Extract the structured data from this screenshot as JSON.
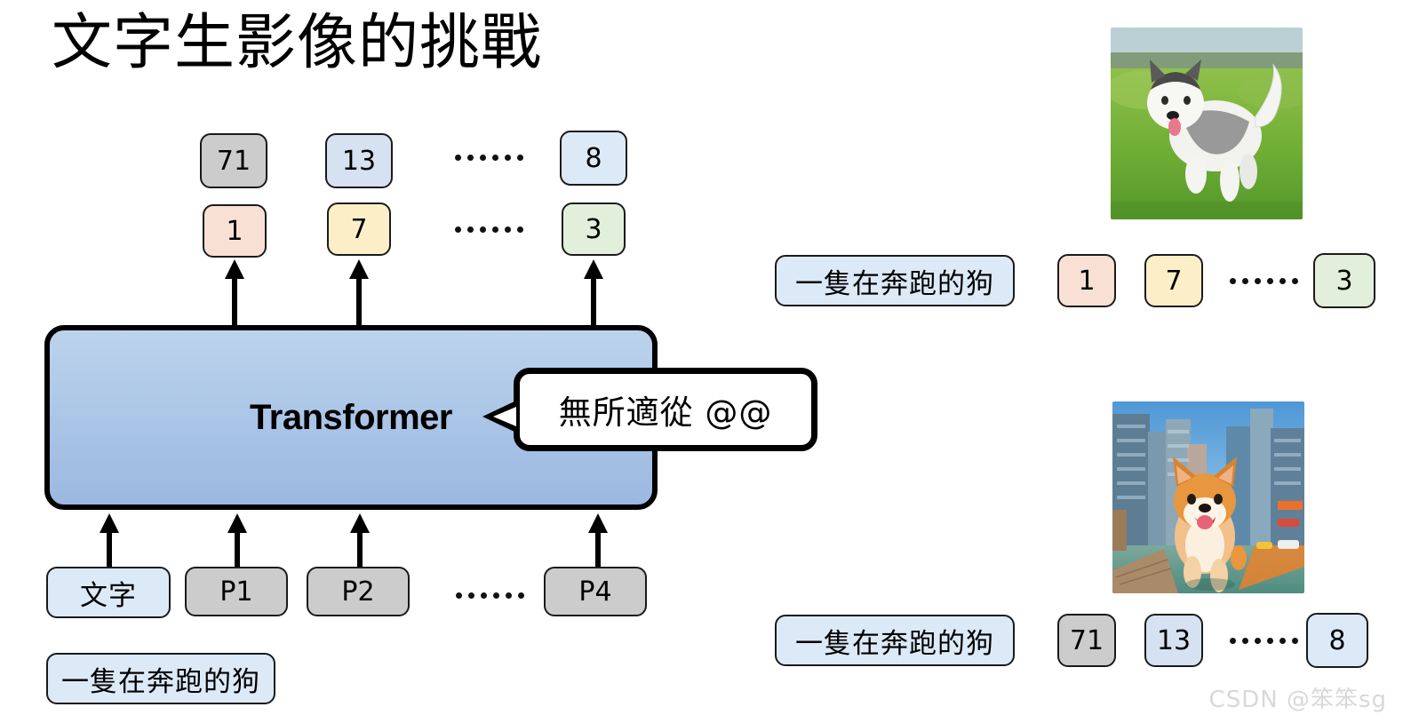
{
  "slide": {
    "title": "文字生影像的挑戰",
    "watermark": "CSDN @笨笨sg",
    "ellipsis_glyph": "……"
  },
  "model": {
    "label": "Transformer",
    "bubble_text": "無所適從 @@"
  },
  "left_diagram": {
    "output_row_top": {
      "name": "output-token-row-upper",
      "tokens": [
        {
          "value": "71",
          "color": "#cccccc"
        },
        {
          "value": "13",
          "color": "#d6e1f2"
        },
        {
          "value": "……",
          "color": "none"
        },
        {
          "value": "8",
          "color": "#dce9f7"
        }
      ]
    },
    "output_row_bottom": {
      "name": "output-token-row-lower",
      "tokens": [
        {
          "value": "1",
          "color": "#f8e1d4"
        },
        {
          "value": "7",
          "color": "#fcefc7"
        },
        {
          "value": "……",
          "color": "none"
        },
        {
          "value": "3",
          "color": "#e2efda"
        }
      ]
    },
    "input_row": {
      "name": "input-token-row",
      "tokens": [
        {
          "value": "文字",
          "color": "#dce9f7"
        },
        {
          "value": "P1",
          "color": "#cccccc"
        },
        {
          "value": "P2",
          "color": "#cccccc"
        },
        {
          "value": "……",
          "color": "none"
        },
        {
          "value": "P4",
          "color": "#cccccc"
        }
      ]
    },
    "prompt": {
      "text": "一隻在奔跑的狗",
      "color": "#dce9f7"
    }
  },
  "right_examples": [
    {
      "prompt": "一隻在奔跑的狗",
      "prompt_color": "#dce9f7",
      "tokens": [
        {
          "value": "1",
          "color": "#f8e1d4"
        },
        {
          "value": "7",
          "color": "#fcefc7"
        },
        {
          "value": "……",
          "color": "none"
        },
        {
          "value": "3",
          "color": "#e2efda"
        }
      ],
      "image_alt": "husky-running-in-grass-field"
    },
    {
      "prompt": "一隻在奔跑的狗",
      "prompt_color": "#dce9f7",
      "tokens": [
        {
          "value": "71",
          "color": "#cccccc"
        },
        {
          "value": "13",
          "color": "#d6e1f2"
        },
        {
          "value": "……",
          "color": "none"
        },
        {
          "value": "8",
          "color": "#dce9f7"
        }
      ],
      "image_alt": "shiba-inu-running-in-city-street"
    }
  ],
  "colors": {
    "transformer_blue_top": "#bcd3ec",
    "transformer_blue_bottom": "#9bb9e0",
    "outline": "#1a1a1a",
    "watermark_gray": "#d8d8d8"
  }
}
